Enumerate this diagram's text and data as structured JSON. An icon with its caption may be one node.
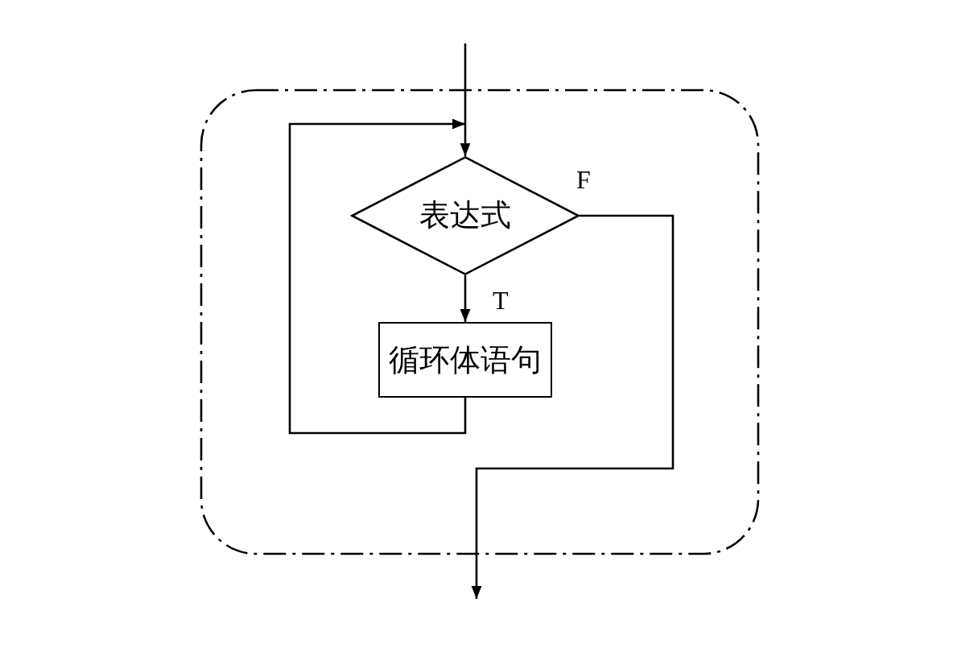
{
  "diagram": {
    "nodes": [
      {
        "text": [],
        "shape": "box"
      },
      {
        "text": [
          "表达式"
        ],
        "in": 0
      },
      {
        "text": [
          "循环体语句"
        ],
        "in": 0
      }
    ],
    "edges": [
      {
        "from": null,
        "to": 1,
        "arrow": "to"
      },
      {
        "from": 1,
        "to": 2,
        "arrow": "to",
        "label": "T"
      },
      {
        "from": 2,
        "to": 1,
        "arrow": "to"
      },
      {
        "from": 1,
        "to": null,
        "arrow": "to",
        "label": "F"
      }
    ]
  }
}
